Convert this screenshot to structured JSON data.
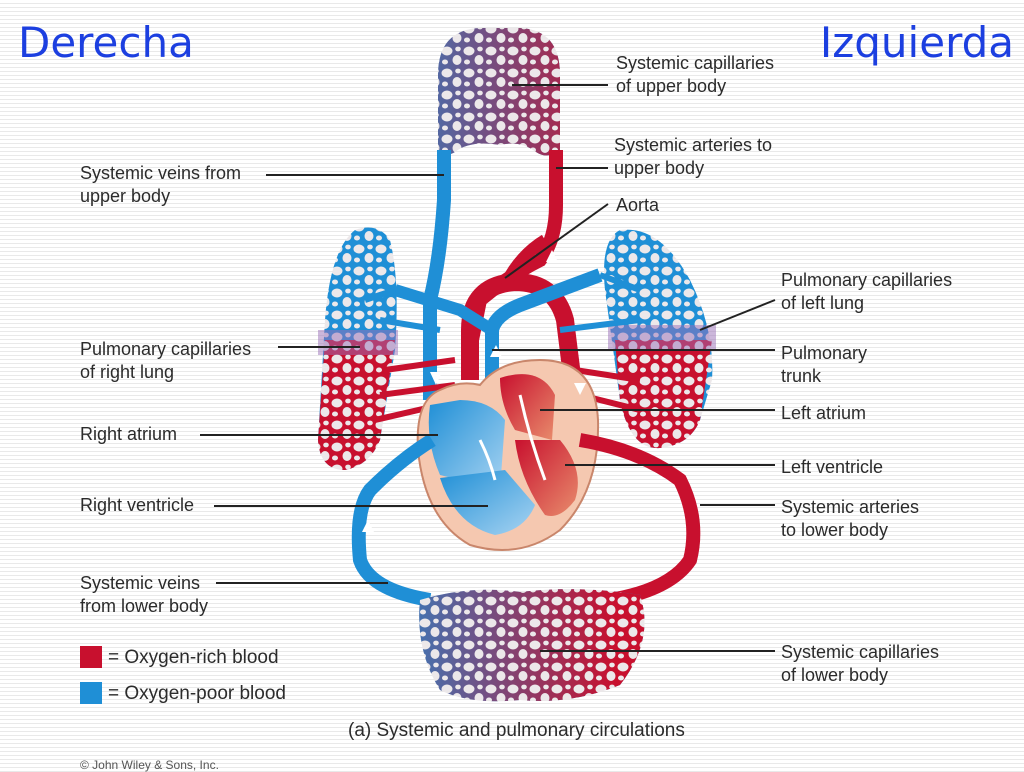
{
  "titles": {
    "left": "Derecha",
    "right": "Izquierda"
  },
  "labels": {
    "sys_cap_upper": [
      "Systemic capillaries",
      "of upper body"
    ],
    "sys_art_upper": [
      "Systemic arteries to",
      "upper body"
    ],
    "aorta": [
      "Aorta"
    ],
    "sys_veins_upper": [
      "Systemic veins from",
      "upper body"
    ],
    "pulm_cap_left": [
      "Pulmonary capillaries",
      "of left lung"
    ],
    "pulm_trunk": [
      "Pulmonary",
      "trunk"
    ],
    "pulm_cap_right": [
      "Pulmonary capillaries",
      "of right lung"
    ],
    "left_atrium": [
      "Left atrium"
    ],
    "right_atrium": [
      "Right atrium"
    ],
    "left_ventricle": [
      "Left ventricle"
    ],
    "right_ventricle": [
      "Right ventricle"
    ],
    "sys_art_lower": [
      "Systemic arteries",
      "to lower body"
    ],
    "sys_veins_lower": [
      "Systemic veins",
      "from lower body"
    ],
    "sys_cap_lower": [
      "Systemic capillaries",
      "of lower body"
    ]
  },
  "legend": [
    {
      "label": "= Oxygen-rich blood",
      "color": "#c8102e"
    },
    {
      "label": "= Oxygen-poor blood",
      "color": "#1f8fd6"
    }
  ],
  "caption": "(a) Systemic and pulmonary circulations",
  "copyright": "© John Wiley & Sons, Inc.",
  "colors": {
    "title": "#1c3fe0",
    "oxygen_rich": "#c8102e",
    "oxygen_poor": "#1f8fd6",
    "heart_wall": "#f5c8b0",
    "cells": "#ece8ea"
  }
}
